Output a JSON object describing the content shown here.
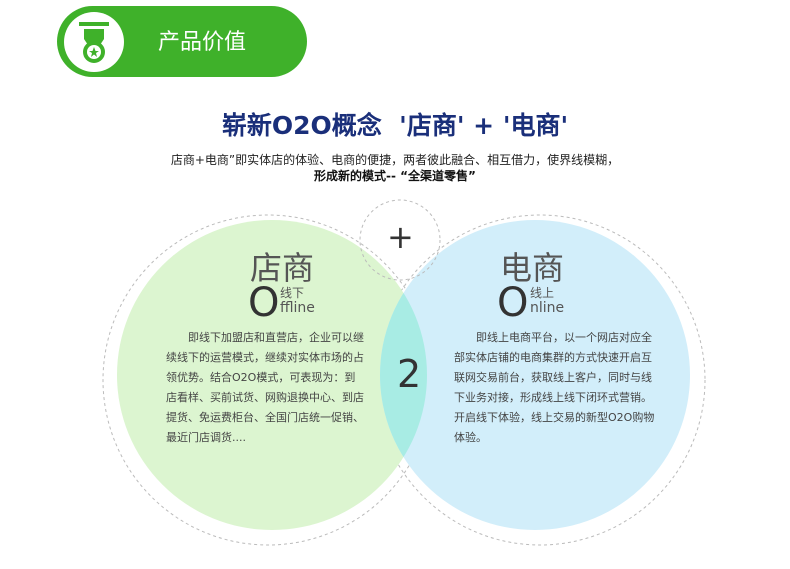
{
  "banner": {
    "title": "产品价值",
    "icon": "medal-star-icon",
    "color": "#3fb12a"
  },
  "headline": "崭新O2O概念  '店商' + '电商'",
  "subtitle_line1": "店商+电商”即实体店的体验、电商的便捷，两者彼此融合、相互借力，使界线模糊，",
  "subtitle_line2": "形成新的模式-- “全渠道零售”",
  "plus": "+",
  "center": "2",
  "left": {
    "title": "店商",
    "letter": "O",
    "tag": "线下",
    "word": "ffline",
    "body": "即线下加盟店和直营店，企业可以继续线下的运营模式，继续对实体市场的占领优势。结合O2O模式，可表现为：到店看样、买前试货、网购退换中心、到店提货、免运费柜台、全国门店统一促销、最近门店调货....",
    "color": "#dcf5d0"
  },
  "right": {
    "title": "电商",
    "letter": "O",
    "tag": "线上",
    "word": "nline",
    "body": "即线上电商平台，以一个网店对应全部实体店铺的电商集群的方式快速开启互联网交易前台，获取线上客户，同时与线下业务对接，形成线上线下闭环式营销。开启线下体验，线上交易的新型O2O购物体验。",
    "color": "#d2eefa"
  }
}
